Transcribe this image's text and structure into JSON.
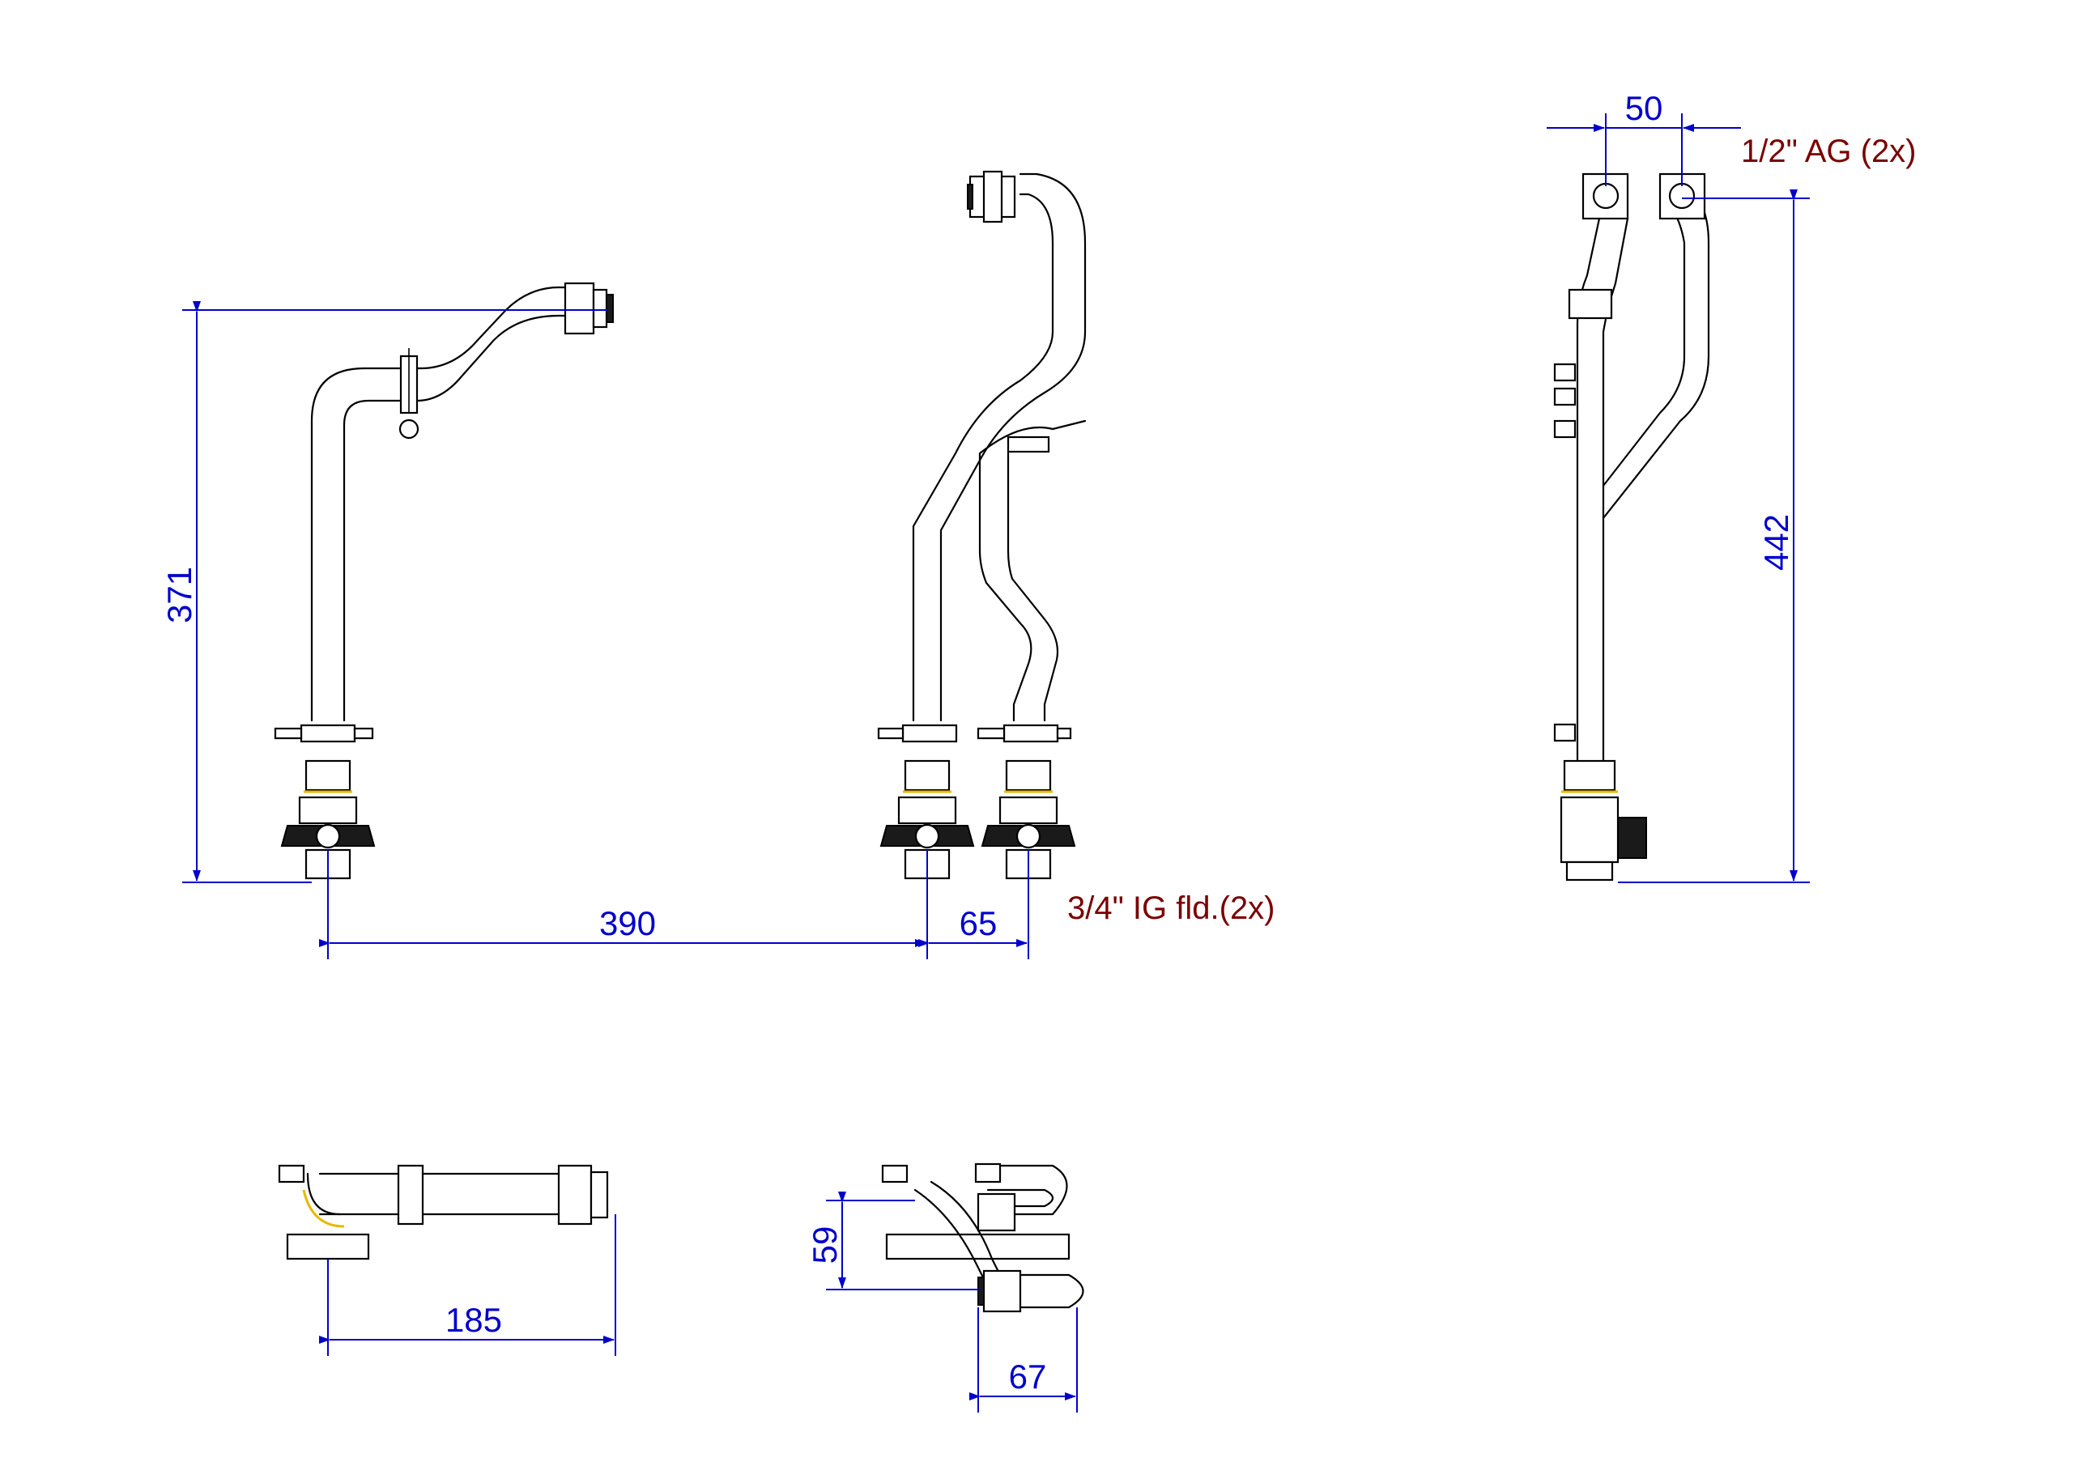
{
  "dimensions": {
    "height_left": "371",
    "distance_390": "390",
    "distance_65": "65",
    "width_top_50": "50",
    "height_right": "442",
    "width_185": "185",
    "depth_59": "59",
    "width_67": "67"
  },
  "notes": {
    "bottom_connection": "3/4\" IG fld.(2x)",
    "top_connection": "1/2\" AG (2x)"
  },
  "colors": {
    "dimension": "#0000cc",
    "note": "#7a0000",
    "seal": "#e8b800",
    "line": "#000000"
  }
}
